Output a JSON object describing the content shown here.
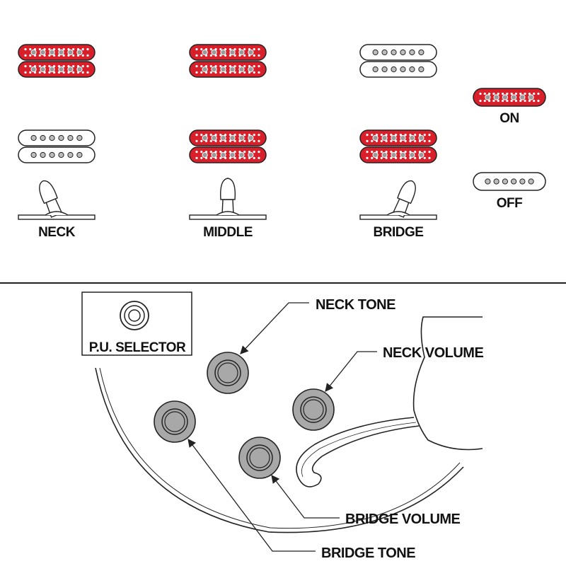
{
  "colors": {
    "on": "#d91f2a",
    "on_dot": "#9a9a9a",
    "off_fill": "#ffffff",
    "stroke": "#222222",
    "knob_fill": "#a8a8a8"
  },
  "legend": {
    "on_label": "ON",
    "off_label": "OFF"
  },
  "positions": [
    {
      "label": "NECK",
      "neck_pickup": "on",
      "bridge_pickup": "off",
      "toggle": "up"
    },
    {
      "label": "MIDDLE",
      "neck_pickup": "on",
      "bridge_pickup": "on",
      "toggle": "center"
    },
    {
      "label": "BRIDGE",
      "neck_pickup": "off",
      "bridge_pickup": "on",
      "toggle": "down"
    }
  ],
  "controls": {
    "selector_label": "P.U. SELECTOR",
    "neck_tone": "NECK TONE",
    "neck_volume": "NECK VOLUME",
    "bridge_volume": "BRIDGE VOLUME",
    "bridge_tone": "BRIDGE TONE"
  },
  "icons": [
    "humbucker-icon",
    "single-coil-icon",
    "toggle-switch-icon",
    "jack-icon",
    "knob-icon"
  ]
}
